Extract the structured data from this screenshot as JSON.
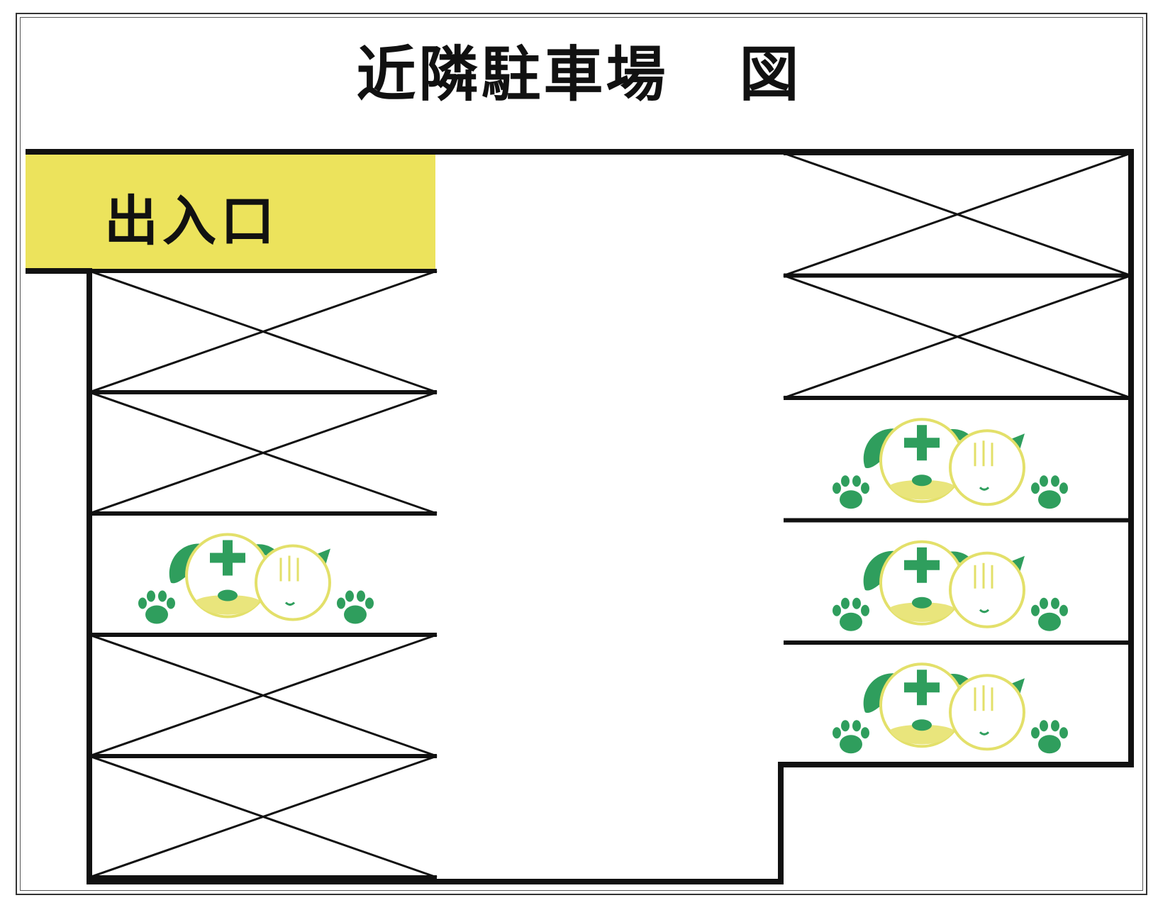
{
  "title": {
    "main": "近隣駐車場",
    "suffix": "図"
  },
  "entrance": {
    "label": "出入口",
    "color": "#ece35c"
  },
  "colors": {
    "logo_green": "#2f9e5d",
    "logo_yellow": "#e3e06a",
    "logo_yellow_fill": "#e9e57c",
    "line": "#111111"
  },
  "spaces": {
    "left": [
      {
        "status": "unavailable"
      },
      {
        "status": "unavailable"
      },
      {
        "status": "available",
        "icon": "clinic-dog-cat-logo-icon"
      },
      {
        "status": "unavailable"
      },
      {
        "status": "unavailable"
      }
    ],
    "right": [
      {
        "status": "unavailable"
      },
      {
        "status": "unavailable"
      },
      {
        "status": "available",
        "icon": "clinic-dog-cat-logo-icon"
      },
      {
        "status": "available",
        "icon": "clinic-dog-cat-logo-icon"
      },
      {
        "status": "available",
        "icon": "clinic-dog-cat-logo-icon"
      }
    ]
  }
}
